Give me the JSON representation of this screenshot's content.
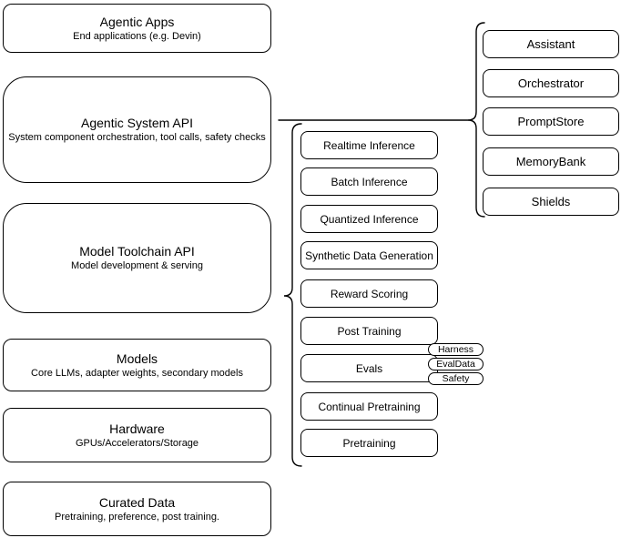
{
  "colors": {
    "line": "#000000",
    "box_fill": "#ffffff",
    "text": "#000000",
    "background": "#ffffff"
  },
  "left_stack": {
    "boxes": [
      {
        "title": "Agentic Apps",
        "subtitle": "End applications (e.g. Devin)"
      },
      {
        "title": "Agentic System API",
        "subtitle": "System component orchestration, tool calls, safety checks"
      },
      {
        "title": "Model Toolchain API",
        "subtitle": "Model development & serving"
      },
      {
        "title": "Models",
        "subtitle": "Core LLMs, adapter weights, secondary models"
      },
      {
        "title": "Hardware",
        "subtitle": "GPUs/Accelerators/Storage"
      },
      {
        "title": "Curated Data",
        "subtitle": "Pretraining, preference, post training."
      }
    ]
  },
  "toolchain_group": {
    "items": [
      {
        "label": "Realtime Inference"
      },
      {
        "label": "Batch Inference"
      },
      {
        "label": "Quantized Inference"
      },
      {
        "label": "Synthetic Data Generation"
      },
      {
        "label": "Reward Scoring"
      },
      {
        "label": "Post Training"
      },
      {
        "label": "Evals"
      },
      {
        "label": "Continual Pretraining"
      },
      {
        "label": "Pretraining"
      }
    ],
    "evals_tags": [
      {
        "label": "Harness"
      },
      {
        "label": "EvalData"
      },
      {
        "label": "Safety"
      }
    ]
  },
  "system_group": {
    "items": [
      {
        "label": "Assistant"
      },
      {
        "label": "Orchestrator"
      },
      {
        "label": "PromptStore"
      },
      {
        "label": "MemoryBank"
      },
      {
        "label": "Shields"
      }
    ]
  }
}
